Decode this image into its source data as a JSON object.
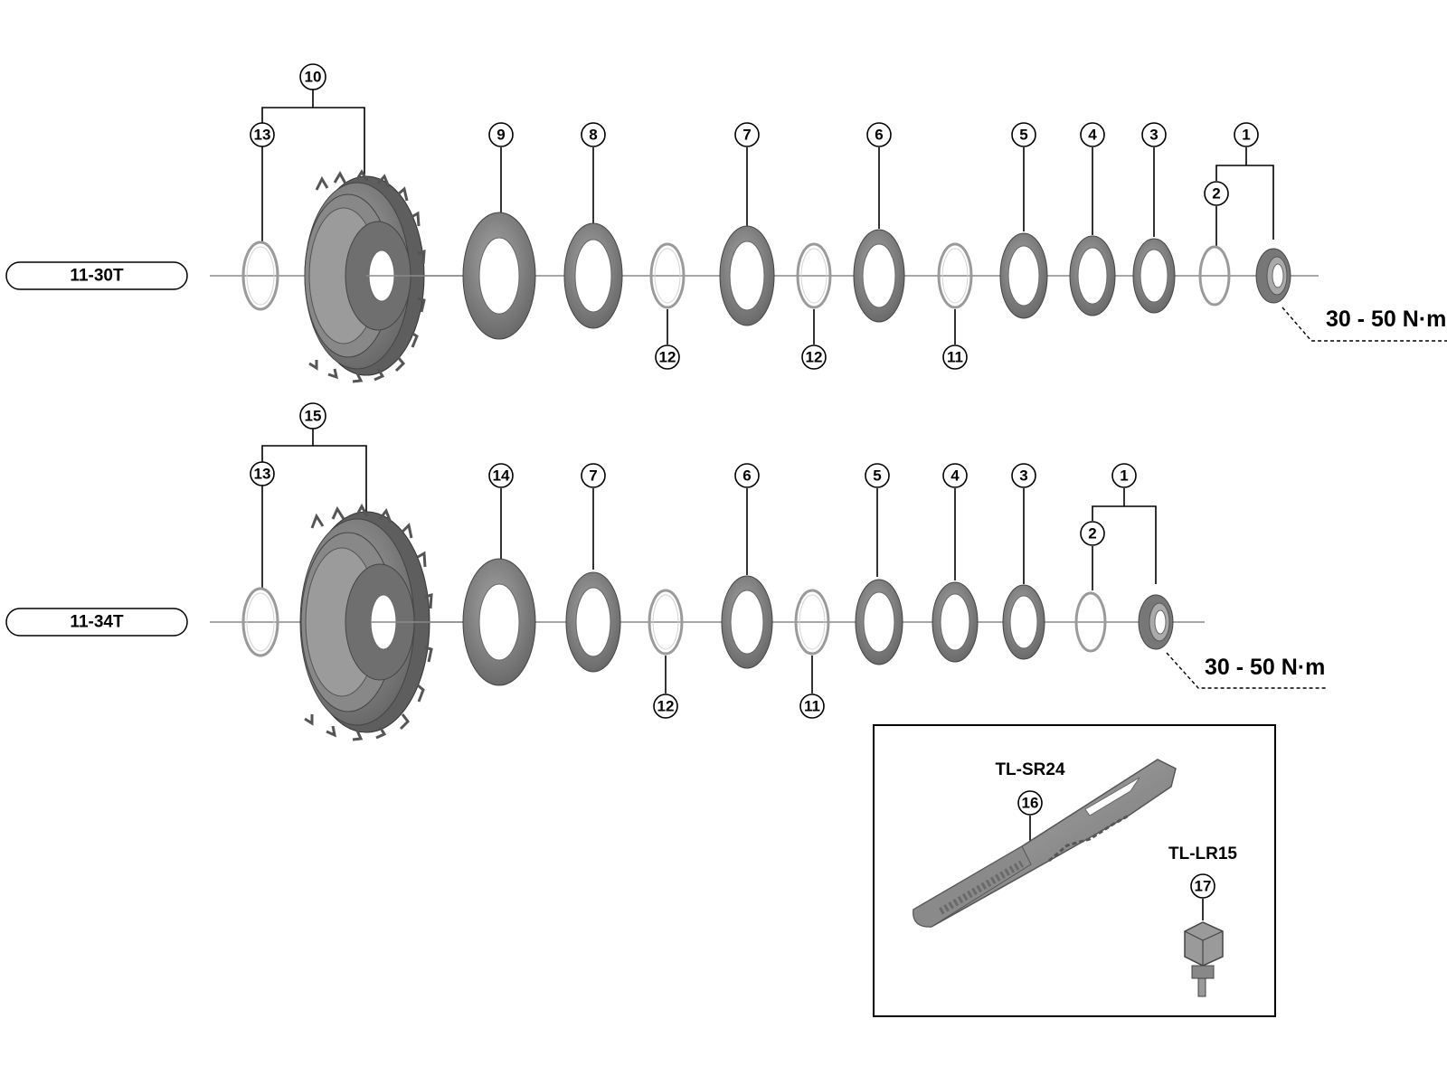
{
  "rows": [
    {
      "label": "11-30T",
      "torque": "30 - 50 N·m",
      "group_callout": "10",
      "group_sub_callout": "13",
      "cogs": [
        "9",
        "8",
        "7",
        "6",
        "5",
        "4",
        "3"
      ],
      "spacers": [
        "12",
        "12",
        "11"
      ],
      "lockring_callout": "1",
      "lockring_sub_callout": "2"
    },
    {
      "label": "11-34T",
      "torque": "30 - 50 N·m",
      "group_callout": "15",
      "group_sub_callout": "13",
      "cogs": [
        "14",
        "7",
        "6",
        "5",
        "4",
        "3"
      ],
      "spacers": [
        "12",
        "11"
      ],
      "lockring_callout": "1",
      "lockring_sub_callout": "2"
    }
  ],
  "tools": [
    {
      "name": "TL-SR24",
      "callout": "16",
      "icon": "chain-whip-icon"
    },
    {
      "name": "TL-LR15",
      "callout": "17",
      "icon": "lockring-tool-icon"
    }
  ]
}
